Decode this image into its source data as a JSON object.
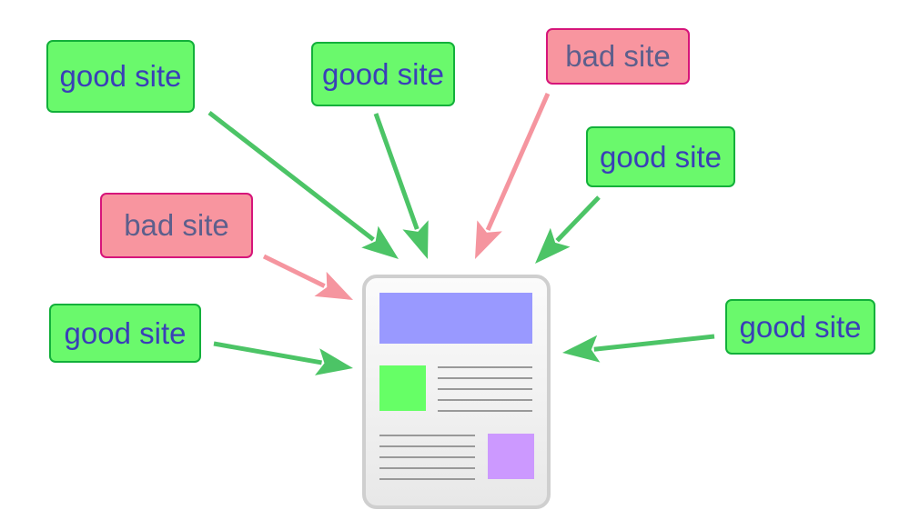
{
  "nodes": [
    {
      "label": "good site",
      "kind": "good"
    },
    {
      "label": "good site",
      "kind": "good"
    },
    {
      "label": "bad site",
      "kind": "bad"
    },
    {
      "label": "good site",
      "kind": "good"
    },
    {
      "label": "bad site",
      "kind": "bad"
    },
    {
      "label": "good site",
      "kind": "good"
    },
    {
      "label": "good site",
      "kind": "good"
    }
  ],
  "colors": {
    "good_arrow": "#4cc466",
    "bad_arrow": "#f5959f",
    "header": "#9999ff",
    "image_green": "#66ff66",
    "image_purple": "#cc99ff"
  }
}
